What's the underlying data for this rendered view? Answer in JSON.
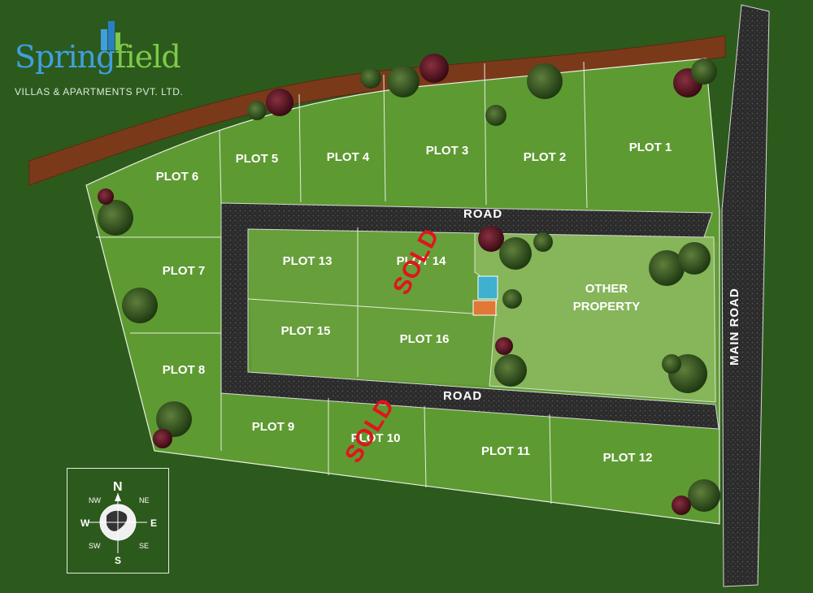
{
  "logo": {
    "brand_part1": "Spring",
    "brand_part2": "field",
    "tagline": "VILLAS & APARTMENTS PVT. LTD."
  },
  "plots": {
    "p1": "PLOT 1",
    "p2": "PLOT 2",
    "p3": "PLOT 3",
    "p4": "PLOT 4",
    "p5": "PLOT 5",
    "p6": "PLOT 6",
    "p7": "PLOT 7",
    "p8": "PLOT 8",
    "p9": "PLOT 9",
    "p10": "PLOT 10",
    "p11": "PLOT 11",
    "p12": "PLOT 12",
    "p13": "PLOT 13",
    "p14": "PLOT 14",
    "p15": "PLOT 15",
    "p16": "PLOT 16"
  },
  "other_property": {
    "line1": "OTHER",
    "line2": "PROPERTY"
  },
  "roads": {
    "upper": "ROAD",
    "lower": "ROAD",
    "main": "MAIN ROAD"
  },
  "sold_stamp": "SOLD",
  "compass": {
    "n": "N",
    "s": "S",
    "e": "E",
    "w": "W",
    "ne": "NE",
    "nw": "NW",
    "se": "SE",
    "sw": "SW"
  },
  "colors": {
    "background_grass": "#2c5a1c",
    "plot_grass": "#5e9a32",
    "road": "#2e2e2e",
    "earth_strip": "#7a3a1a",
    "sold": "#e0151c"
  }
}
